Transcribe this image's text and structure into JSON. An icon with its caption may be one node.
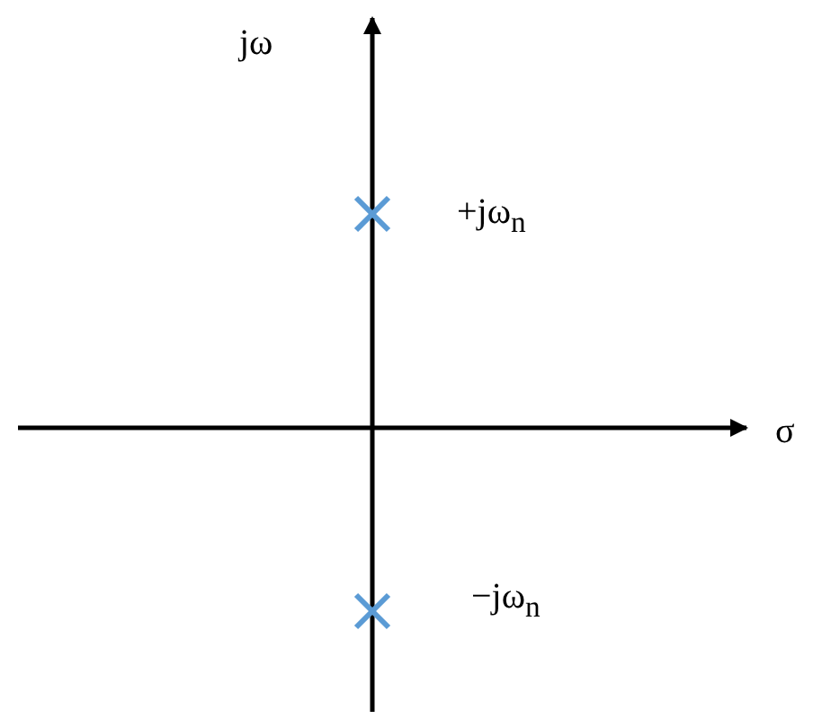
{
  "diagram": {
    "labels": [
      "jω",
      "+jω$_{n}$",
      "σ",
      "−jω$_{n}$"
    ]
  }
}
